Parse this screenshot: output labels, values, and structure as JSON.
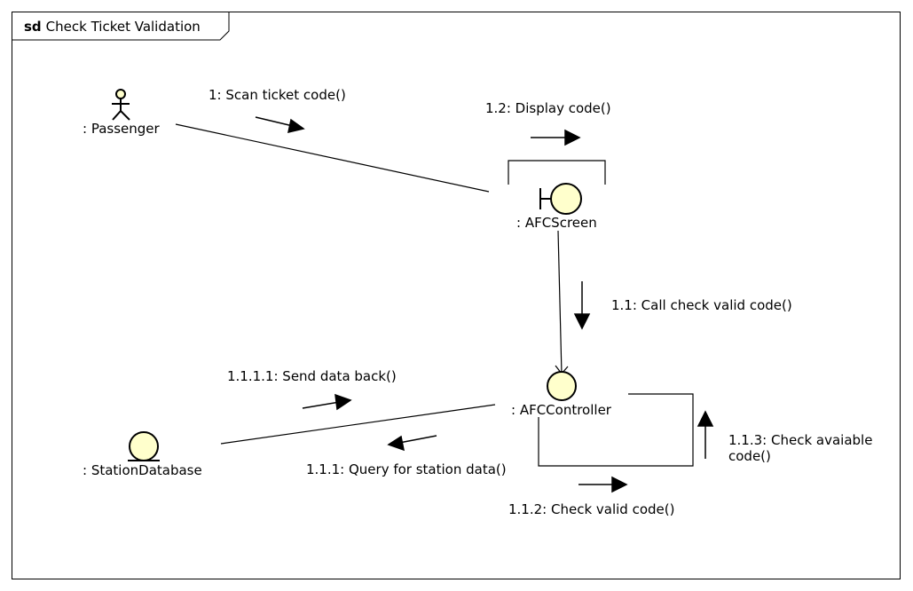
{
  "diagram": {
    "keyword": "sd",
    "name": "Check Ticket Validation",
    "objects": {
      "passenger": ": Passenger",
      "afc_screen": ": AFCScreen",
      "afc_controller": ": AFCController",
      "station_database": ": StationDatabase"
    },
    "messages": {
      "scan": "1: Scan ticket code()",
      "display": "1.2: Display code()",
      "call_check": "1.1: Call check valid code()",
      "send_back": "1.1.1.1: Send data back()",
      "query": "1.1.1: Query for station data()",
      "check_valid": "1.1.2: Check valid code()",
      "check_available": "1.1.3: Check avaiable code()"
    },
    "colors": {
      "fill": "#ffffcc",
      "stroke": "#000000"
    }
  }
}
